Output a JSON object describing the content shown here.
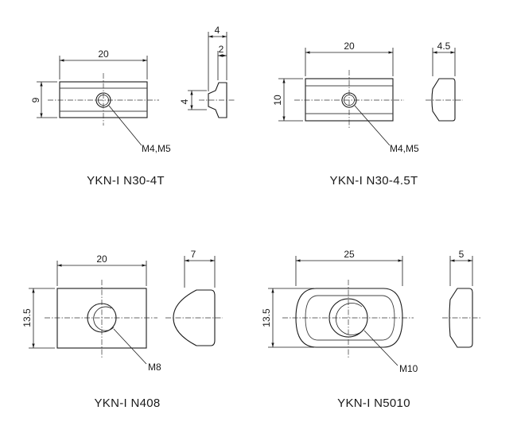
{
  "parts": [
    {
      "id": "n30-4t",
      "name": "YKN-I N30-4T",
      "width": "20",
      "height": "9",
      "thread": "M4,M5",
      "side_total": "4",
      "side_step": "2",
      "side_height": "4"
    },
    {
      "id": "n30-45t",
      "name": "YKN-I N30-4.5T",
      "width": "20",
      "height": "10",
      "thread": "M4,M5",
      "side_total": "4.5"
    },
    {
      "id": "n408",
      "name": "YKN-I N408",
      "width": "20",
      "height": "13.5",
      "thread": "M8",
      "side_total": "7"
    },
    {
      "id": "n5010",
      "name": "YKN-I N5010",
      "width": "25",
      "height": "13.5",
      "thread": "M10",
      "side_total": "5"
    }
  ]
}
